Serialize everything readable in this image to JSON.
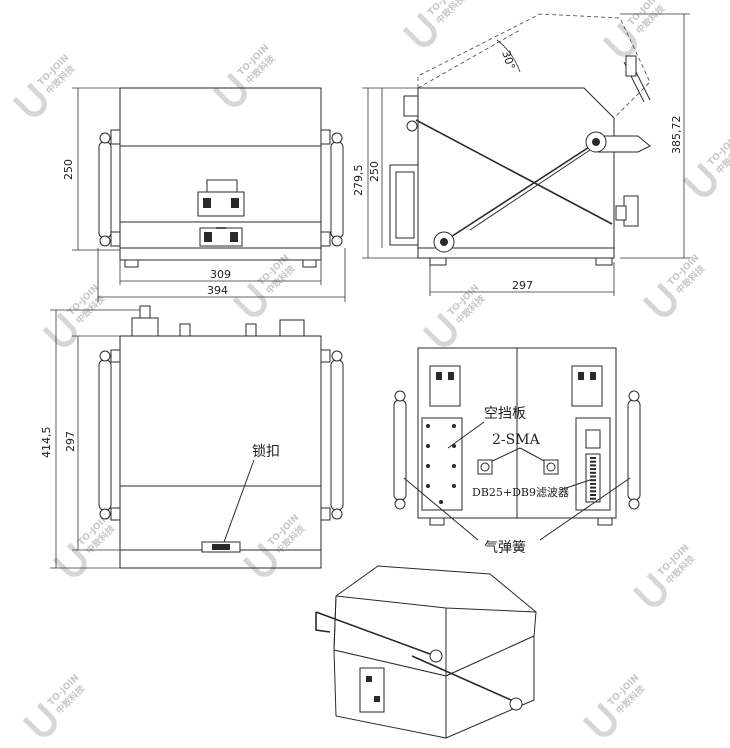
{
  "dimensions": {
    "front_height": "250",
    "front_inner_width": "309",
    "front_outer_width": "394",
    "side_height_1": "279,5",
    "side_height_2": "250",
    "side_open_height": "385,72",
    "side_depth": "297",
    "lid_angle": "30°",
    "top_outer_height": "414,5",
    "top_inner_height": "297"
  },
  "labels": {
    "latch": "锁扣",
    "blank_plate": "空挡板",
    "sma": "2-SMA",
    "filter": "DB25+DB9滤波器",
    "gas_spring": "气弹簧"
  },
  "watermark": {
    "text_top": "TO-JOIN",
    "text_bottom": "中致科技"
  }
}
